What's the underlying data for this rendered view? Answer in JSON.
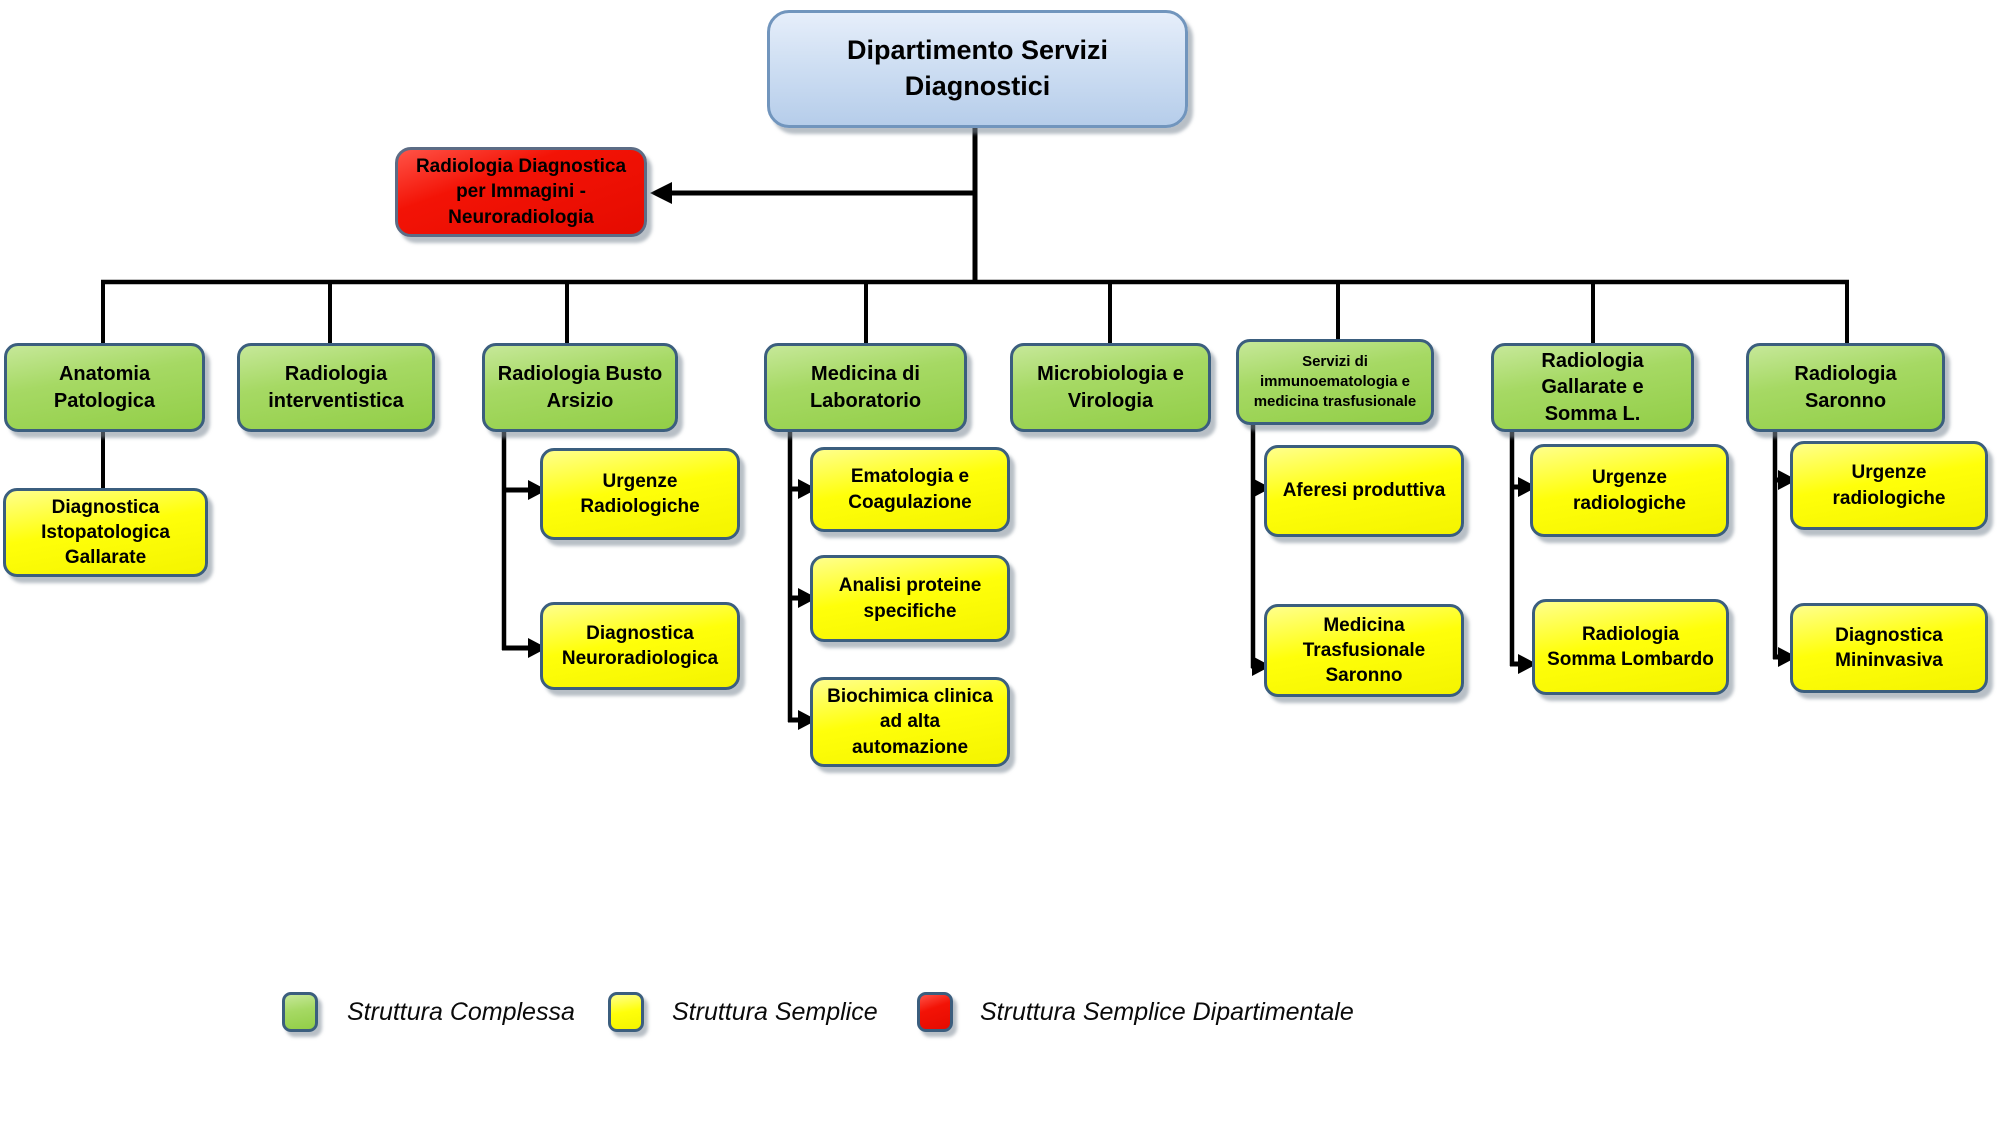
{
  "org": {
    "root": {
      "label": "Dipartimento Servizi Diagnostici"
    },
    "departmental": {
      "label": "Radiologia Diagnostica per Immagini - Neuroradiologia"
    },
    "complesse": [
      {
        "label": "Anatomia Patologica",
        "children": [
          "Diagnostica Istopatologica Gallarate"
        ]
      },
      {
        "label": "Radiologia interventistica",
        "children": []
      },
      {
        "label": "Radiologia Busto Arsizio",
        "children": [
          "Urgenze Radiologiche",
          "Diagnostica Neuroradiologica"
        ]
      },
      {
        "label": "Medicina di Laboratorio",
        "children": [
          "Ematologia e Coagulazione",
          "Analisi proteine specifiche",
          "Biochimica clinica ad alta automazione"
        ]
      },
      {
        "label": "Microbiologia e Virologia",
        "children": []
      },
      {
        "label": "Servizi di immunoematologia e medicina trasfusionale",
        "children": [
          "Aferesi produttiva",
          "Medicina Trasfusionale Saronno"
        ]
      },
      {
        "label": "Radiologia Gallarate e Somma L.",
        "children": [
          "Urgenze radiologiche",
          "Radiologia Somma Lombardo"
        ]
      },
      {
        "label": "Radiologia Saronno",
        "children": [
          "Urgenze radiologiche",
          "Diagnostica Mininvasiva"
        ]
      }
    ]
  },
  "legend": [
    {
      "label": "Struttura Complessa",
      "color": "#9ACD4E"
    },
    {
      "label": "Struttura Semplice",
      "color": "#FFFF00"
    },
    {
      "label": "Struttura Semplice Dipartimentale",
      "color": "#ED0E00"
    }
  ],
  "colors": {
    "struttura_complessa": "#9ACD4E",
    "struttura_semplice": "#FFFF00",
    "struttura_semplice_dipartimentale": "#ED0E00",
    "root_fill": "#C5D9F1",
    "node_border": "#3B5E7E",
    "connector": "#000000"
  }
}
